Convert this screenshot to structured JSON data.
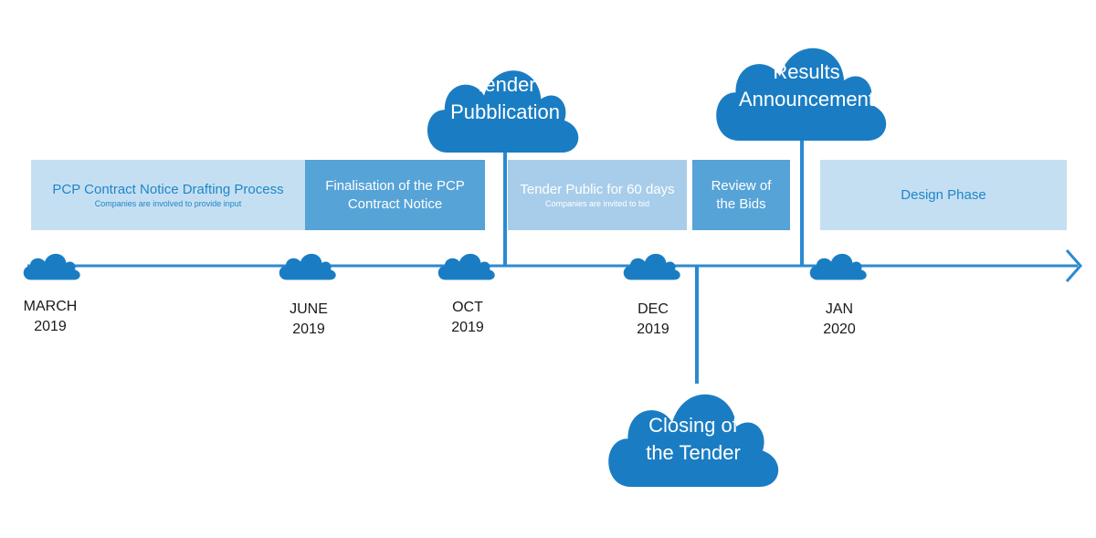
{
  "colors": {
    "cloud": "#1a7dc3",
    "line": "#2b8ad0",
    "box_light": "#c5dff2",
    "box_mid": "#a8cdea",
    "box_dark": "#56a3d8"
  },
  "phases": [
    {
      "title": "PCP Contract Notice Drafting Process",
      "subtitle": "Companies are involved to provide input"
    },
    {
      "title_line1": "Finalisation of the PCP",
      "title_line2": "Contract Notice"
    },
    {
      "title": "Tender Public for 60 days",
      "subtitle": "Companies are invited to bid"
    },
    {
      "title_line1": "Review of",
      "title_line2": "the Bids"
    },
    {
      "title": "Design Phase"
    }
  ],
  "dates": [
    {
      "line1": "MARCH",
      "line2": "2019"
    },
    {
      "line1": "JUNE",
      "line2": "2019"
    },
    {
      "line1": "OCT",
      "line2": "2019"
    },
    {
      "line1": "DEC",
      "line2": "2019"
    },
    {
      "line1": "JAN",
      "line2": "2020"
    }
  ],
  "milestones": [
    {
      "line1": "Tender",
      "line2": "Pubblication"
    },
    {
      "line1": "Results",
      "line2": "Announcement"
    },
    {
      "line1": "Closing of",
      "line2": "the Tender"
    }
  ],
  "icons": {
    "timeline_marker": "cloud-icon",
    "milestone_shape": "cloud-icon",
    "timeline_end": "arrow-right-icon"
  }
}
